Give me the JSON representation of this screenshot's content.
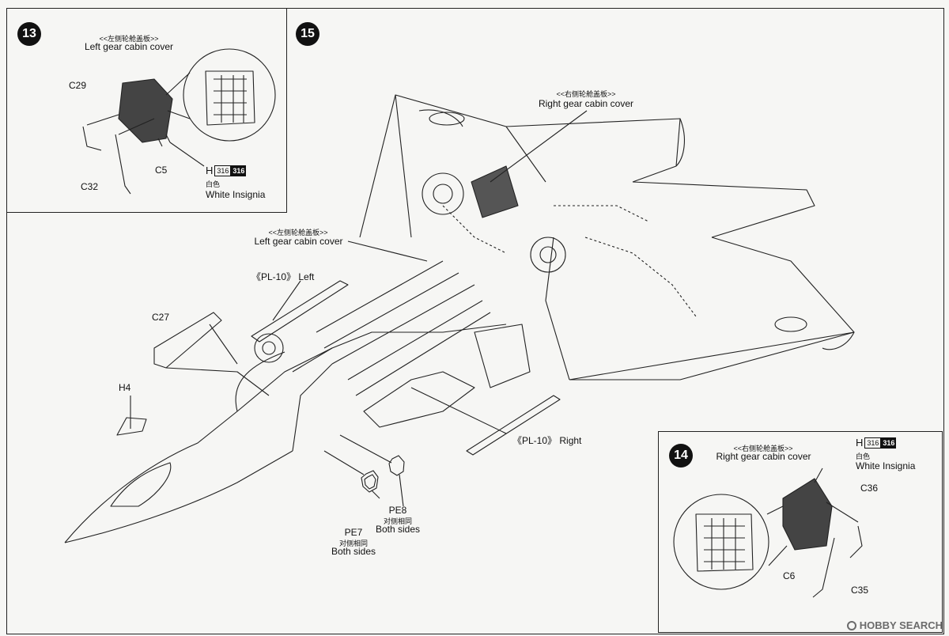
{
  "steps": [
    {
      "number": "13"
    },
    {
      "number": "15"
    },
    {
      "number": "14"
    }
  ],
  "step13": {
    "label_cn": "<<左侧轮舱盖板>>",
    "label_en": "Left gear cabin cover",
    "part_c29": "C29",
    "part_c32": "C32",
    "part_c5": "C5",
    "paint_h": "H",
    "paint_code1": "316",
    "paint_code2": "316",
    "paint_cn": "白色",
    "paint_en": "White Insignia"
  },
  "step15": {
    "right_cover_cn": "<<右侧轮舱盖板>>",
    "right_cover_en": "Right gear cabin cover",
    "left_cover_cn": "<<左侧轮舱盖板>>",
    "left_cover_en": "Left gear cabin cover",
    "pl10_left": "《PL-10》 Left",
    "pl10_right": "《PL-10》 Right",
    "part_c27": "C27",
    "part_h4": "H4",
    "pe8": "PE8",
    "pe8_cn": "对侧相同",
    "pe8_en": "Both sides",
    "pe7": "PE7",
    "pe7_cn": "对侧相同",
    "pe7_en": "Both sides"
  },
  "step14": {
    "label_cn": "<<右侧轮舱盖板>>",
    "label_en": "Right gear cabin cover",
    "paint_h": "H",
    "paint_code1": "316",
    "paint_code2": "316",
    "paint_cn": "白色",
    "paint_en": "White Insignia",
    "part_c36": "C36",
    "part_c6": "C6",
    "part_c35": "C35"
  },
  "watermark": "HOBBY SEARCH"
}
